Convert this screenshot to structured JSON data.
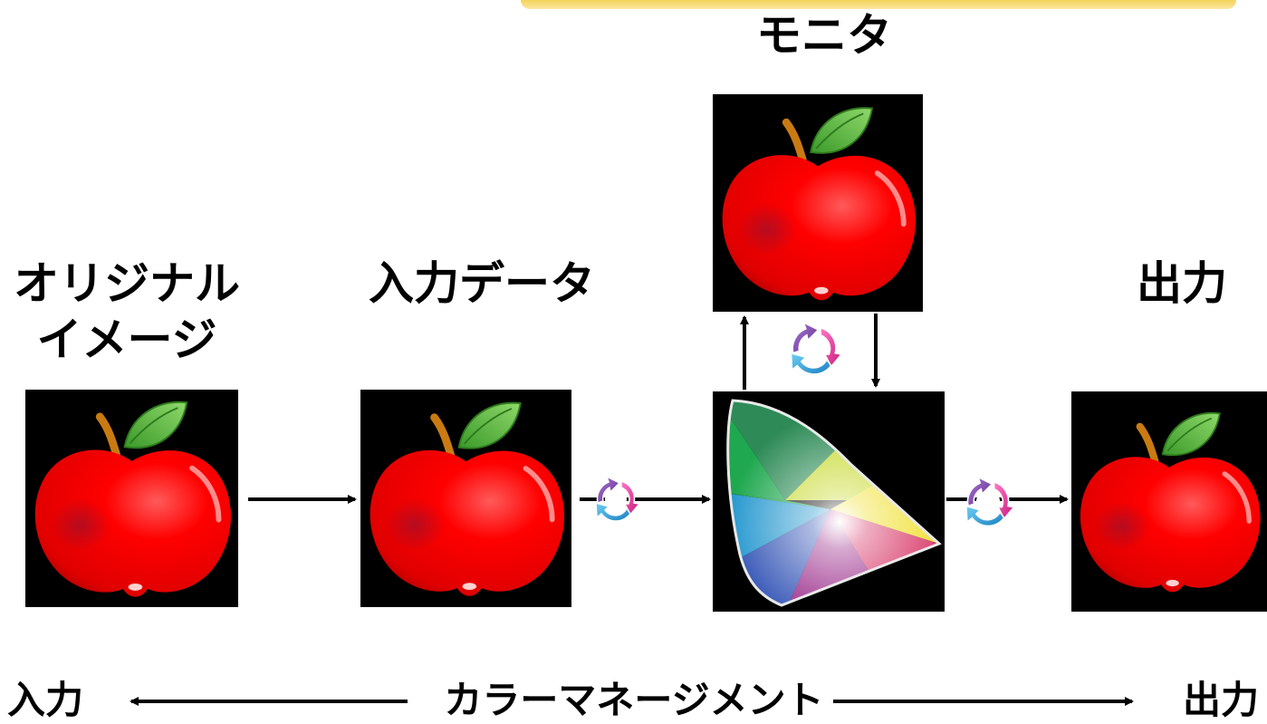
{
  "labels": {
    "monitor": "モニタ",
    "original_line1": "オリジナル",
    "original_line2": "イメージ",
    "input_data": "入力データ",
    "output": "出力",
    "bottom_input": "入力",
    "color_management": "カラーマネージメント",
    "bottom_output": "出力"
  },
  "colors": {
    "apple_red": "#ff0000",
    "leaf_green": "#55b83a",
    "arrow_cyan": "#2aa0d8",
    "arrow_purple": "#7a3c9c",
    "arrow_magenta": "#e0309a",
    "accent_yellow": "#f4d35a"
  },
  "icons": {
    "apple": "apple-icon",
    "gamut": "color-gamut-diagram",
    "cycle": "color-conversion-cycle-icon"
  }
}
